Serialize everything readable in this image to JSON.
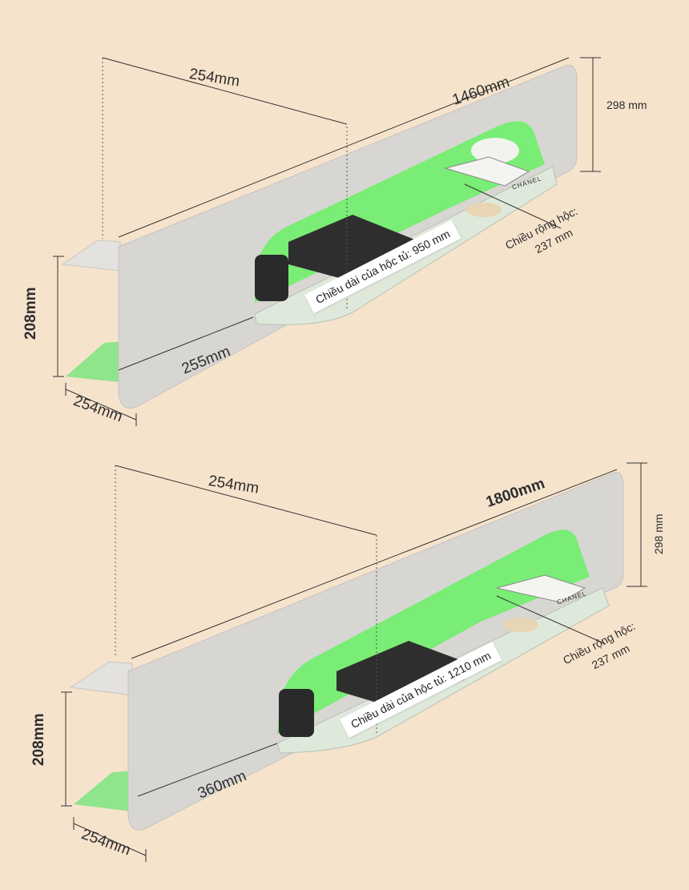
{
  "colors": {
    "background": "#f6e3cc",
    "panel": "#d7d5d2",
    "glow": "#6ff06a",
    "dimension_line": "#333333"
  },
  "products": [
    {
      "length_label": "1460mm",
      "top_depth_label": "254mm",
      "height_label": "298 mm",
      "shelf_gap_label": "208mm",
      "bottom_depth_label": "254mm",
      "side_offset_label": "255mm",
      "niche_length_label": "Chiều dài của hộc tủ: 950 mm",
      "niche_width_label_line1": "Chiều rộng hộc:",
      "niche_width_label_line2": "237 mm",
      "decor_text": "CHANEL"
    },
    {
      "length_label": "1800mm",
      "top_depth_label": "254mm",
      "height_label": "298 mm",
      "shelf_gap_label": "208mm",
      "bottom_depth_label": "254mm",
      "side_offset_label": "360mm",
      "niche_length_label": "Chiều dài của hộc tủ: 1210 mm",
      "niche_width_label_line1": "Chiều rộng hộc:",
      "niche_width_label_line2": "237 mm",
      "decor_text": "CHANEL"
    }
  ]
}
